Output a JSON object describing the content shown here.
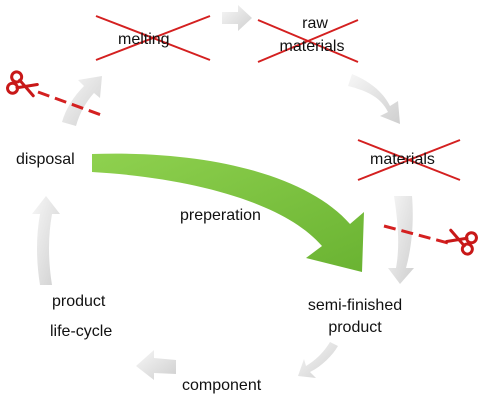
{
  "diagram": {
    "nodes": {
      "melting": "melting",
      "raw_materials_line1": "raw",
      "raw_materials_line2": "materials",
      "materials": "materials",
      "disposal": "disposal",
      "preperation": "preperation",
      "semi_finished_line1": "semi-finished",
      "semi_finished_line2": "product",
      "product": "product",
      "life_cycle": "life-cycle",
      "component": "component"
    },
    "colors": {
      "cycle_arrow": "#dcdcdc",
      "strike": "#d42020",
      "highlight_arrow": "#7cc243",
      "scissors": "#c81818",
      "cut_line": "#d42020"
    },
    "icons": [
      "scissors-icon",
      "scissors-icon"
    ]
  }
}
